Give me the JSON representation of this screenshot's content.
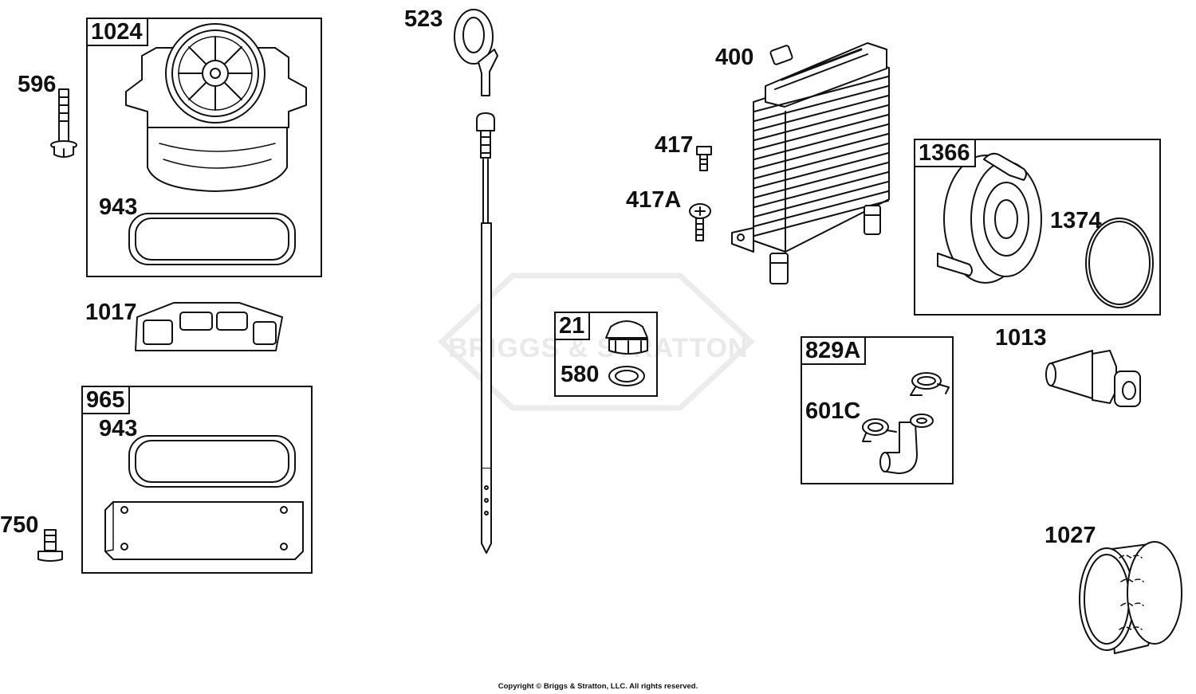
{
  "watermark": "BRIGGS & STRATTON",
  "copyright": "Copyright © Briggs & Stratton, LLC. All rights reserved.",
  "boxes": {
    "b1024": "1024",
    "b965": "965",
    "b21": "21",
    "b1366": "1366",
    "b829a": "829A"
  },
  "labels": {
    "l596": "596",
    "l943a": "943",
    "l1017": "1017",
    "l943b": "943",
    "l750": "750",
    "l523": "523",
    "l580": "580",
    "l400": "400",
    "l417": "417",
    "l417a": "417A",
    "l1374": "1374",
    "l1013": "1013",
    "l601c": "601C",
    "l1027": "1027"
  }
}
